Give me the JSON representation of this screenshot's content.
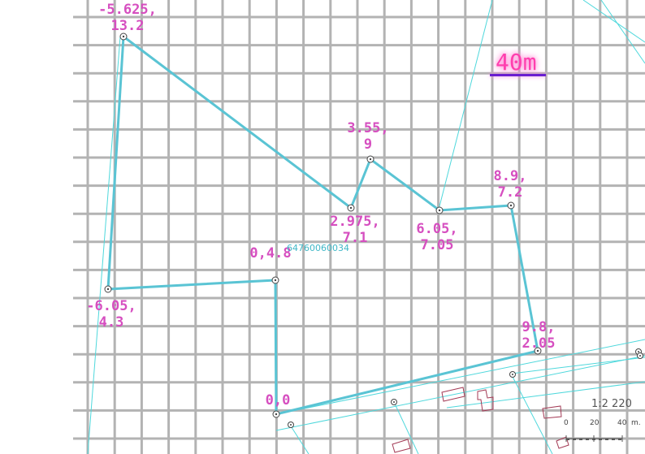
{
  "map": {
    "parcel_id": "64760060034",
    "scale_label": "40m",
    "ratio": "1:2 220",
    "scalebar_ticks": [
      "0",
      "20",
      "40",
      "m."
    ],
    "colors": {
      "grid": "#b3b3b3",
      "parcel": "#5ac4d4",
      "aux_lines": "#4fd8dc",
      "labels": "#d64fc0",
      "scale_text": "#ff3fae",
      "scale_bar": "#6a1fd0",
      "buildings": "#a33a55"
    },
    "coordinate_labels": [
      {
        "id": "v1",
        "x": "-5.625",
        "y": "13.2"
      },
      {
        "id": "v2",
        "x": "2.975",
        "y": "7.1"
      },
      {
        "id": "v3",
        "x": "3.55",
        "y": "9"
      },
      {
        "id": "v4",
        "x": "6.05",
        "y": "7.05"
      },
      {
        "id": "v5",
        "x": "8.9",
        "y": "7.2"
      },
      {
        "id": "v6",
        "x": "9.8",
        "y": "2.05"
      },
      {
        "id": "v7",
        "x": "0",
        "y": "0"
      },
      {
        "id": "v8",
        "x": "0",
        "y": "4.8"
      },
      {
        "id": "v9",
        "x": "-6.05",
        "y": "4.3"
      }
    ],
    "labels_text": {
      "v1": "-5.625,\n13.2",
      "v2": "2.975,\n7.1",
      "v3": "3.55,\n9",
      "v4": "6.05,\n7.05",
      "v5": "8.9,\n7.2",
      "v6": "9.8,\n2.05",
      "v7": "0,0",
      "v8": "0,4.8",
      "v9": "-6.05,\n4.3"
    }
  }
}
